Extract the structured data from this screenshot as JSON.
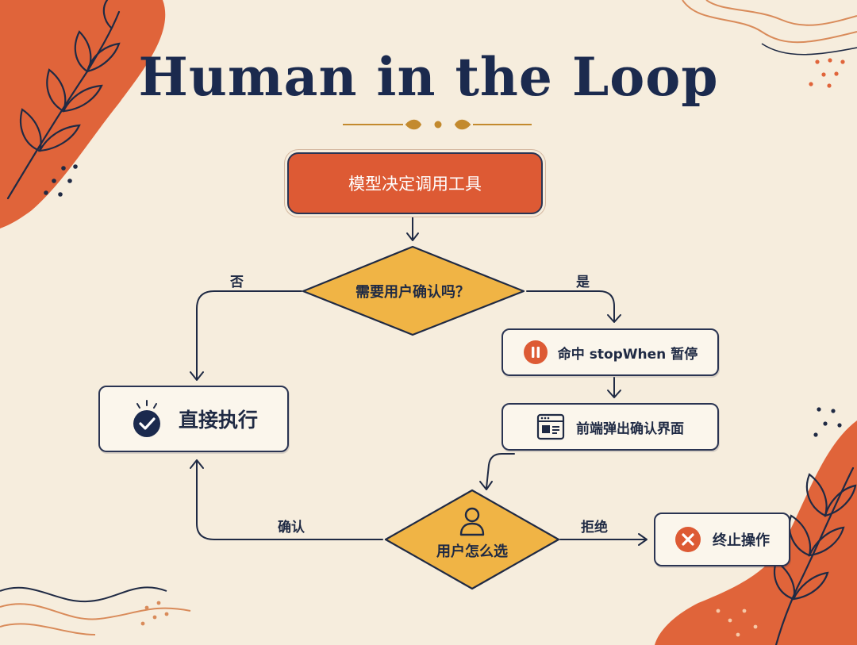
{
  "title": "Human in the Loop",
  "nodes": {
    "start": "模型决定调用工具",
    "decision_confirm": "需要用户确认吗？",
    "direct_execute": "直接执行",
    "stop_pause": "命中 stopWhen 暂停",
    "frontend_confirm": "前端弹出确认界面",
    "user_choice": "用户怎么选",
    "abort": "终止操作"
  },
  "edges": {
    "no": "否",
    "yes": "是",
    "confirm": "确认",
    "reject": "拒绝"
  },
  "colors": {
    "background": "#f6eddd",
    "accent_orange": "#dd5a34",
    "diamond_yellow": "#f0b445",
    "navy": "#1b2a4e",
    "box_fill": "#fbf6ec"
  },
  "icons": [
    "check-circle-icon",
    "pause-icon",
    "window-icon",
    "user-icon",
    "close-circle-icon"
  ]
}
